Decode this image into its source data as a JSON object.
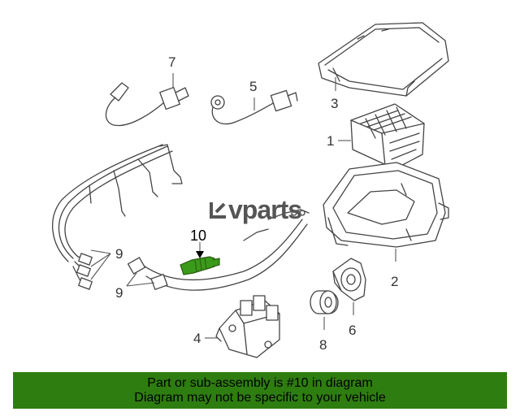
{
  "callouts": {
    "c1": "1",
    "c2": "2",
    "c3": "3",
    "c4": "4",
    "c5": "5",
    "c6": "6",
    "c7": "7",
    "c8": "8",
    "c9a": "9",
    "c9b": "9",
    "c10": "10"
  },
  "logo": {
    "text": "vparts"
  },
  "banner": {
    "line1": "Part or sub-assembly is #10 in diagram",
    "line2": "Diagram may not be specific to your vehicle"
  },
  "colors": {
    "banner_bg": "#2e7d10",
    "highlight_part": "#3a9a1a",
    "line_art": "#444444"
  }
}
